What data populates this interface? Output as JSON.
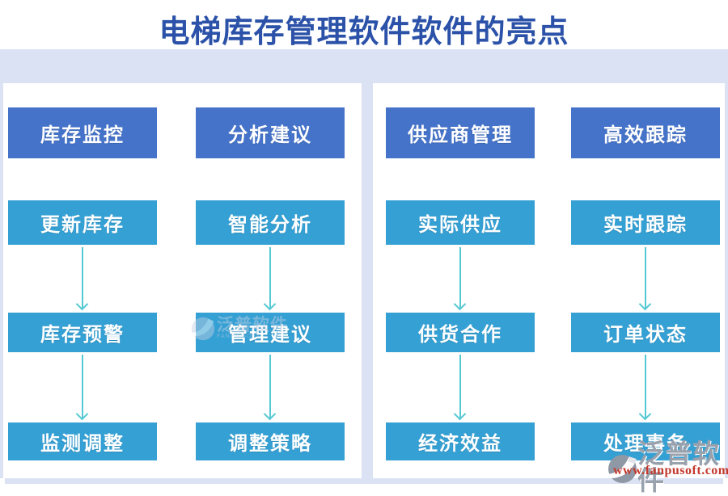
{
  "title": "电梯库存管理软件软件的亮点",
  "columns": [
    {
      "header": "库存监控",
      "steps": [
        "更新库存",
        "库存预警",
        "监测调整"
      ]
    },
    {
      "header": "分析建议",
      "steps": [
        "智能分析",
        "管理建议",
        "调整策略"
      ]
    },
    {
      "header": "供应商管理",
      "steps": [
        "实际供应",
        "供货合作",
        "经济效益"
      ]
    },
    {
      "header": "高效跟踪",
      "steps": [
        "实时跟踪",
        "订单状态",
        "处理事务"
      ]
    }
  ],
  "branding": {
    "logo_text": "泛普软件",
    "website": "www.fanpusoft.com"
  },
  "watermark": {
    "logo_text": "泛普软件",
    "sub_text": "FANPU SOFT"
  },
  "colors": {
    "title_blue": "#2b52a8",
    "header_box_blue": "#4573c9",
    "step_box_blue": "#35a0d4",
    "arrow_teal": "#55c9d3",
    "panel_light_blue": "#dae2f4",
    "brand_gray": "#99a1ac",
    "url_red": "#c4392c"
  }
}
